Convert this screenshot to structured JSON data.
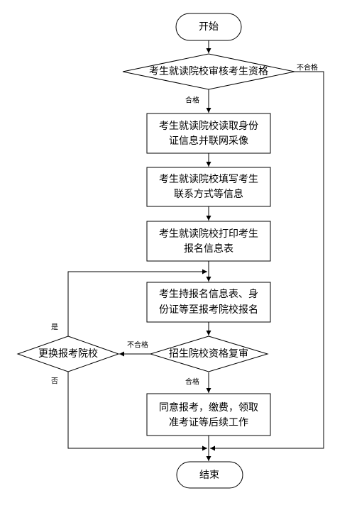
{
  "nodes": {
    "start": "开始",
    "review1": "考生就读院校审核考生资格",
    "step1_line1": "考生就读院校读取身份",
    "step1_line2": "证信息并联网采像",
    "step2_line1": "考生就读院校填写考生",
    "step2_line2": "联系方式等信息",
    "step3_line1": "考生就读院校打印考生",
    "step3_line2": "报名信息表",
    "step4_line1": "考生持报名信息表、身",
    "step4_line2": "份证等至报考院校报名",
    "review2": "招生院校资格复审",
    "change": "更换报考院校",
    "step5_line1": "同意报考，缴费，领取",
    "step5_line2": "准考证等后续工作",
    "end": "结束"
  },
  "labels": {
    "fail1": "不合格",
    "pass1": "合格",
    "fail2": "不合格",
    "pass2": "合格",
    "yes": "是",
    "no": "否"
  }
}
